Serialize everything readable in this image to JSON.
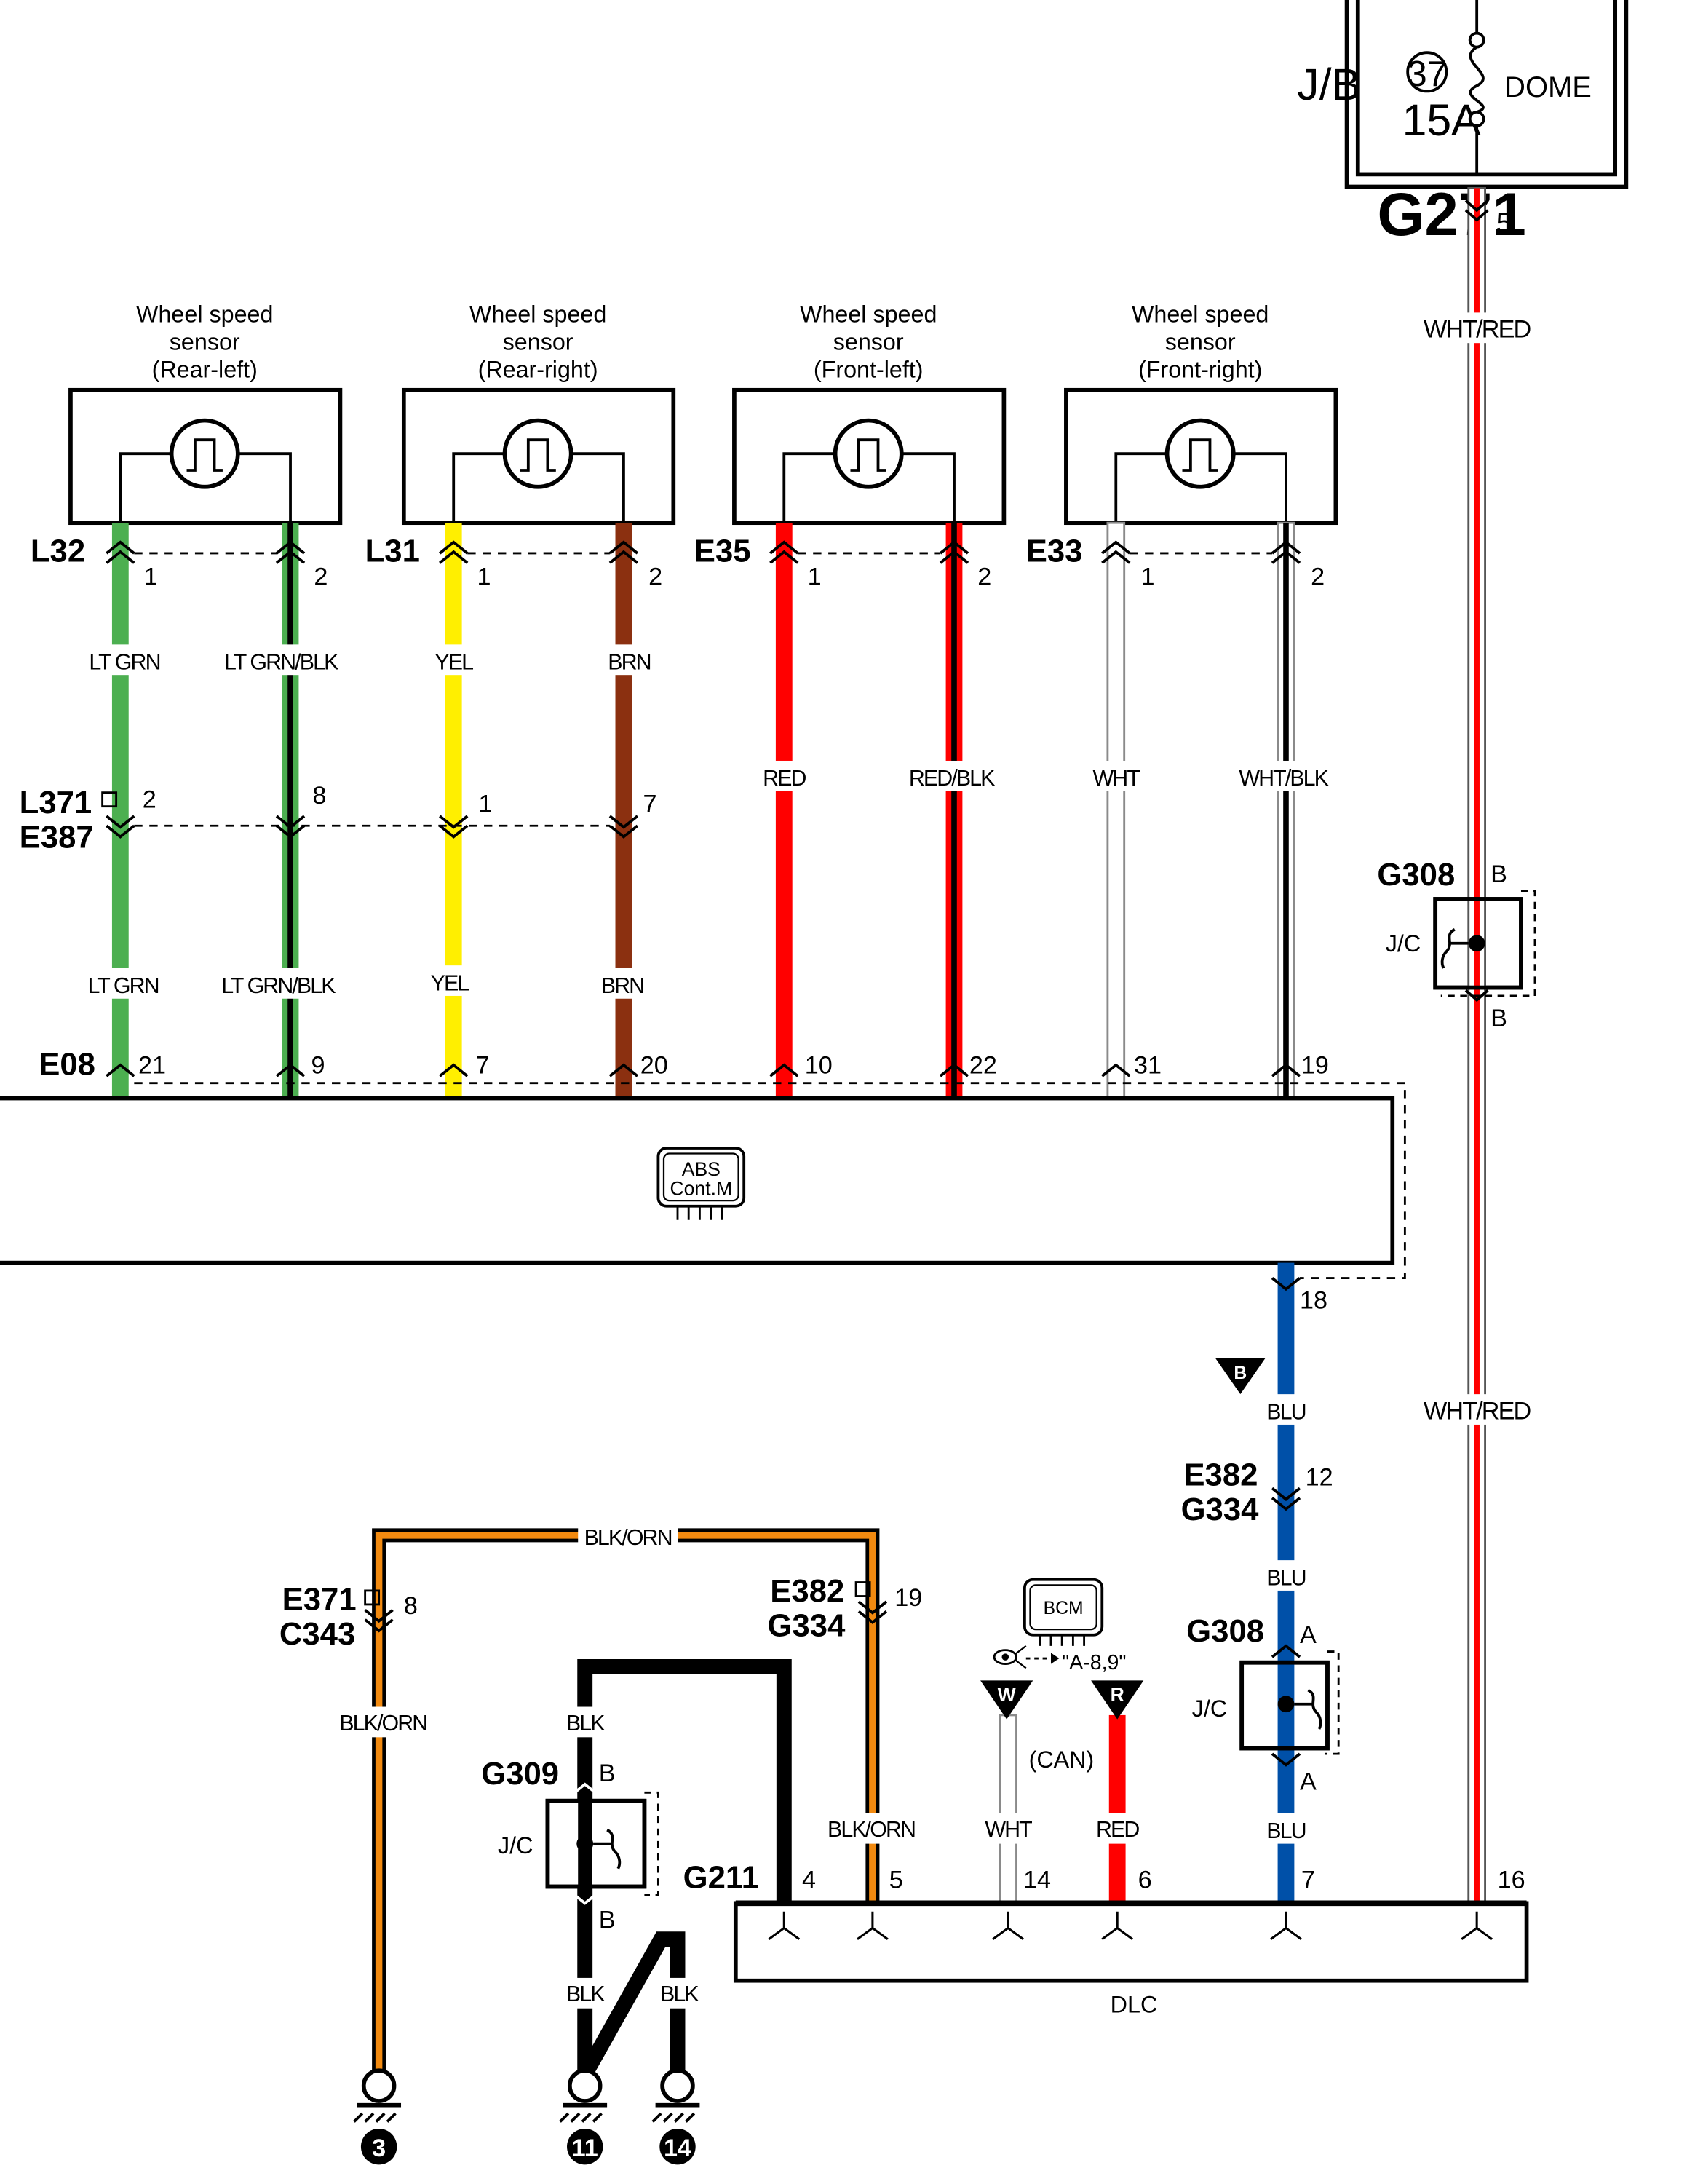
{
  "sensors": [
    {
      "title": "Wheel speed",
      "line2": "sensor",
      "line3": "(Rear-left)",
      "connector": "L32",
      "pin_a": "1",
      "pin_b": "2",
      "wire_a": "LT GRN",
      "wire_b": "LT GRN/BLK",
      "mid_pin_a": "2",
      "mid_pin_b": "8",
      "wire_a_low": "LT GRN",
      "wire_b_low": "LT GRN/BLK",
      "ecu_pin_a": "21",
      "ecu_pin_b": "9"
    },
    {
      "title": "Wheel speed",
      "line2": "sensor",
      "line3": "(Rear-right)",
      "connector": "L31",
      "pin_a": "1",
      "pin_b": "2",
      "wire_a": "YEL",
      "wire_b": "BRN",
      "mid_pin_a": "1",
      "mid_pin_b": "7",
      "wire_a_low": "YEL",
      "wire_b_low": "BRN",
      "ecu_pin_a": "7",
      "ecu_pin_b": "20"
    },
    {
      "title": "Wheel speed",
      "line2": "sensor",
      "line3": "(Front-left)",
      "connector": "E35",
      "pin_a": "1",
      "pin_b": "2",
      "wire_a": "RED",
      "wire_b": "RED/BLK",
      "ecu_pin_a": "10",
      "ecu_pin_b": "22"
    },
    {
      "title": "Wheel speed",
      "line2": "sensor",
      "line3": "(Front-right)",
      "connector": "E33",
      "pin_a": "1",
      "pin_b": "2",
      "wire_a": "WHT",
      "wire_b": "WHT/BLK",
      "ecu_pin_a": "31",
      "ecu_pin_b": "19"
    }
  ],
  "inline_connector": {
    "line1": "L371",
    "line2": "E387"
  },
  "ecu": {
    "connector": "E08",
    "label_line1": "ABS",
    "label_line2": "Cont.M",
    "out_pin": "18"
  },
  "junction_block": {
    "label": "J/B",
    "fuse_no": "37",
    "fuse_rating": "15A",
    "fuse_name": "DOME",
    "connector": "G271",
    "pin": "5"
  },
  "power_wire": {
    "color_label": "WHT/RED",
    "color_label_lower": "WHT/RED"
  },
  "g308_top": {
    "connector": "G308",
    "pin_top": "B",
    "pin_bottom": "B",
    "label": "J/C"
  },
  "blu_line": {
    "ref": "B",
    "wire_label": "BLU",
    "wire_label_mid": "BLU",
    "wire_label_low": "BLU",
    "conn_line1": "E382",
    "conn_line2": "G334",
    "conn_pin": "12"
  },
  "g308_bottom": {
    "connector": "G308",
    "pin_top": "A",
    "pin_bottom": "A",
    "label": "J/C"
  },
  "blk_orn": {
    "top_label": "BLK/ORN",
    "left_label": "BLK/ORN",
    "right_label": "BLK/ORN",
    "left_conn_line1": "E371",
    "left_conn_line2": "C343",
    "left_pin": "8",
    "right_conn_line1": "E382",
    "right_conn_line2": "G334",
    "right_pin": "19"
  },
  "g309": {
    "connector": "G309",
    "pin_top": "B",
    "pin_bottom": "B",
    "label": "J/C",
    "blk_top": "BLK",
    "blk_low_left": "BLK",
    "blk_low_right": "BLK"
  },
  "bcm": {
    "label": "BCM",
    "ref": "\"A-8,9\"",
    "can": "(CAN)",
    "w_marker": "W",
    "r_marker": "R"
  },
  "dlc": {
    "connector": "G211",
    "label": "DLC",
    "pins": [
      "4",
      "5",
      "14",
      "6",
      "7",
      "16"
    ],
    "wire_wht": "WHT",
    "wire_red": "RED"
  },
  "grounds": [
    "3",
    "11",
    "14"
  ],
  "colors": {
    "lt_grn": "#4caf50",
    "yel": "#ffef00",
    "brn": "#8b3010",
    "red": "#ff0000",
    "blu": "#0050a8",
    "orn": "#f28a10",
    "blk": "#000000",
    "wht_edge": "#8a8a8a"
  }
}
